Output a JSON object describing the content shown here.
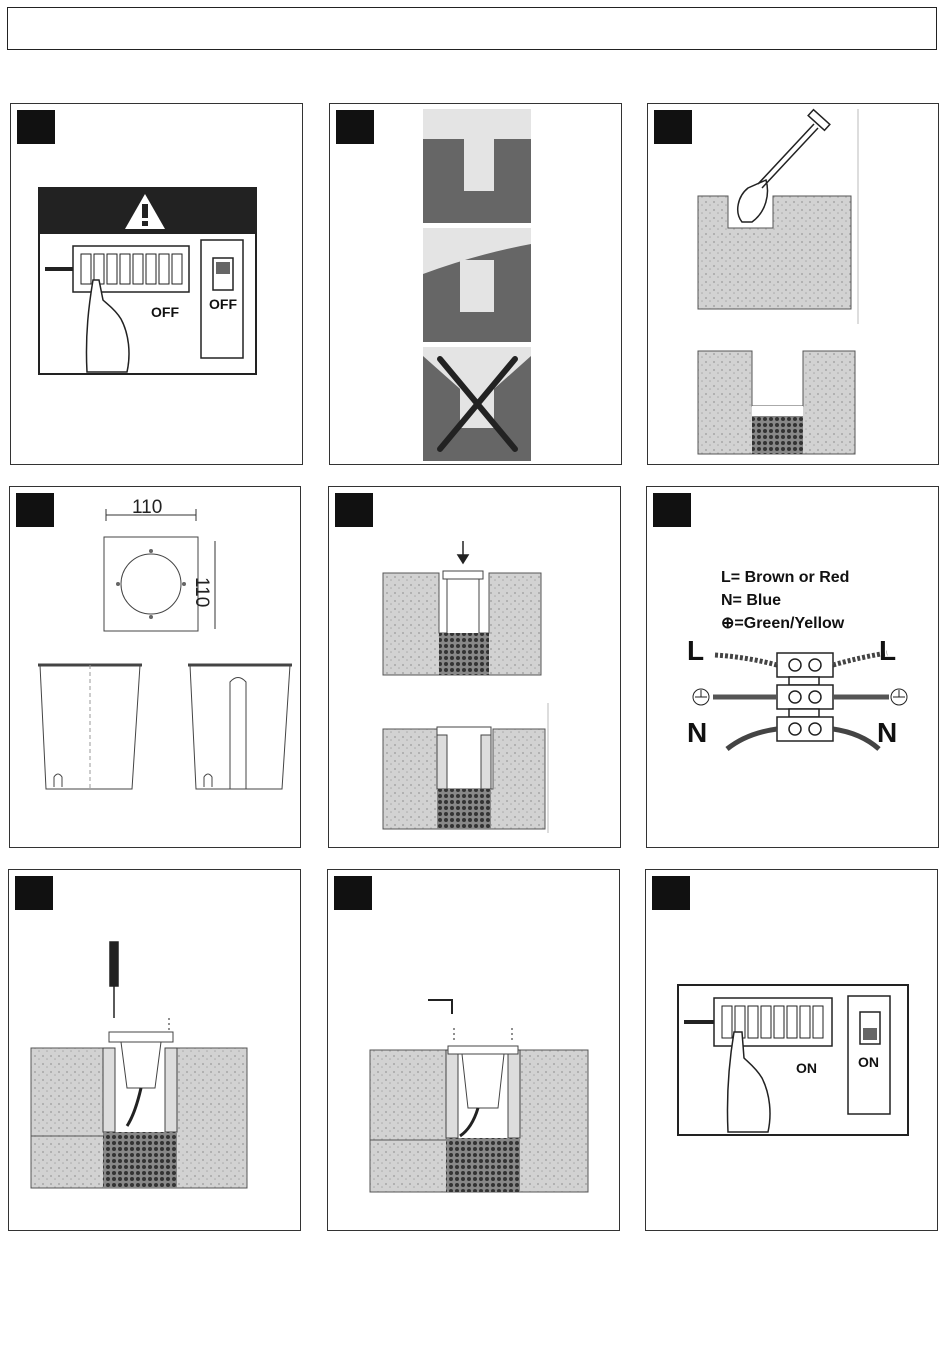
{
  "header": {
    "title": ""
  },
  "steps": [
    {
      "id": "step-1",
      "off_breaker_label": "OFF",
      "off_switch_label": "OFF",
      "warning_icon": "warning-triangle-icon"
    },
    {
      "id": "step-2",
      "description": ""
    },
    {
      "id": "step-3",
      "tool_icon": "shovel-icon"
    },
    {
      "id": "step-4",
      "dimension_width": "110",
      "dimension_height": "110"
    },
    {
      "id": "step-5",
      "arrow_icon": "down-arrow-icon"
    },
    {
      "id": "step-6",
      "wiring_legend": [
        "L= Brown or Red",
        "N= Blue",
        "⊕=Green/Yellow"
      ],
      "left_labels": {
        "L": "L",
        "N": "N"
      },
      "right_labels": {
        "L": "L",
        "N": "N"
      }
    },
    {
      "id": "step-7",
      "tool_icon": "screwdriver-icon"
    },
    {
      "id": "step-8"
    },
    {
      "id": "step-9",
      "on_breaker_label": "ON",
      "on_switch_label": "ON"
    }
  ]
}
